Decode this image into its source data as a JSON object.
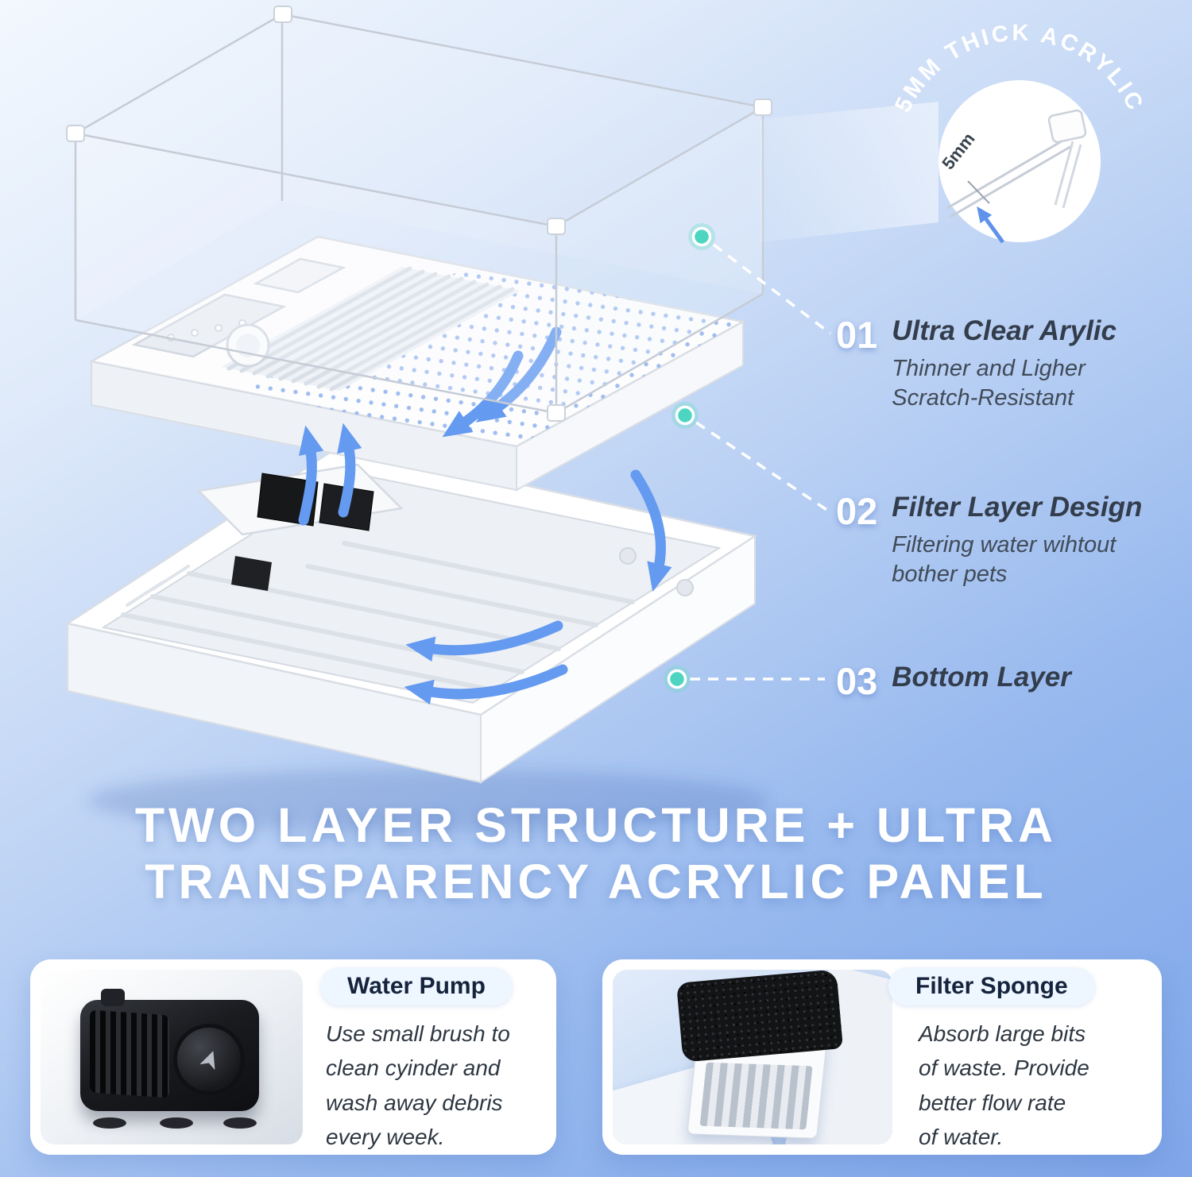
{
  "badge": {
    "arc_text": "5MM THICK ACRYLIC",
    "thickness_label": "5mm"
  },
  "callouts": [
    {
      "number": "01",
      "title": "Ultra Clear Arylic",
      "desc": "Thinner and Ligher\nScratch-Resistant"
    },
    {
      "number": "02",
      "title": "Filter Layer Design",
      "desc": "Filtering water wihtout\nbother pets"
    },
    {
      "number": "03",
      "title": "Bottom Layer",
      "desc": ""
    }
  ],
  "heading": {
    "line1": "TWO LAYER STRUCTURE + ULTRA",
    "line2": "TRANSPARENCY ACRYLIC PANEL"
  },
  "cards": [
    {
      "label": "Water Pump",
      "image": "water-pump-photo",
      "text": "Use small brush to\nclean cyinder and\nwash away debris\nevery week."
    },
    {
      "label": "Filter Sponge",
      "image": "filter-sponge-photo",
      "text": "Absorb large bits\nof waste. Provide\nbetter flow rate\nof water."
    }
  ],
  "icons": {
    "dial_arrow": "➤"
  },
  "colors": {
    "accent_blue": "#649af0",
    "teal_dot": "#4ed5c2",
    "title_dark": "#333d4c",
    "heading_white": "#ffffff",
    "bg_top": "#f3f8fe",
    "bg_bottom": "#7fa6e9"
  }
}
